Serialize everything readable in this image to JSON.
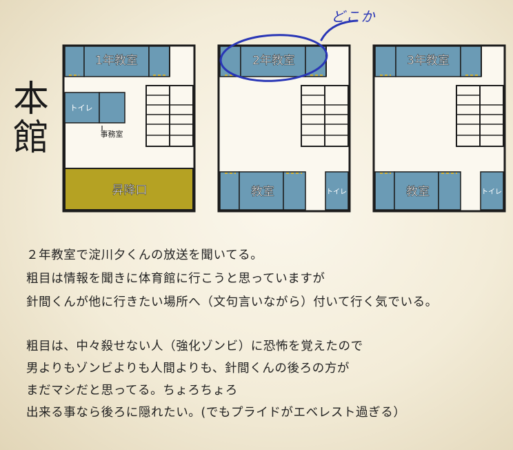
{
  "building_label": [
    "本",
    "館"
  ],
  "handwritten_note": "どこか",
  "floors": [
    {
      "classroom_label": "1年教室",
      "toilet_label": "トイレ",
      "office_label": "事務室",
      "entrance_label": "昇降口"
    },
    {
      "classroom_label": "2年教室",
      "room_label": "教室",
      "toilet_label": "トイレ"
    },
    {
      "classroom_label": "3年教室",
      "room_label": "教室",
      "toilet_label": "トイレ"
    }
  ],
  "notes": [
    "２年教室で淀川夕くんの放送を聞いてる。",
    "粗目は情報を聞きに体育館に行こうと思っていますが",
    "針間くんが他に行きたい場所へ（文句言いながら）付いて行く気でいる。",
    "",
    "粗目は、中々殺せない人（強化ゾンビ）に恐怖を覚えたので",
    "男よりもゾンビよりも人間よりも、針間くんの後ろの方が",
    "まだマシだと思ってる。ちょろちょろ",
    "出来る事なら後ろに隠れたい。(でもプライドがエベレスト過ぎる）"
  ],
  "colors": {
    "room_fill": "#6b9bb5",
    "entrance_fill": "#b5a223",
    "wall": "#1c1c1c",
    "circle_ink": "#2936b6",
    "door_mark": "#d4b43a"
  }
}
